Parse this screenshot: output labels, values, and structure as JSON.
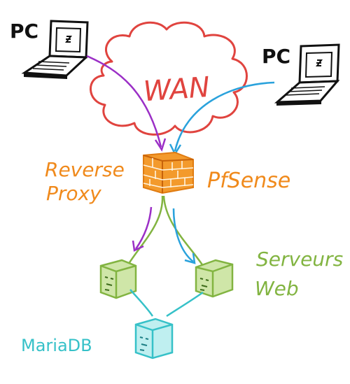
{
  "pc_left": "PC",
  "pc_right": "PC",
  "wan": "WAN",
  "reverse_proxy": "Reverse\nProxy",
  "pfsense": "PfSense",
  "servers_web": "Serveurs\nWeb",
  "mariadb": "MariaDB",
  "colors": {
    "wan_cloud": "#e0443f",
    "firewall": "#f08a1c",
    "web_servers": "#82b441",
    "database": "#36c1c8",
    "arrow_left_pc": "#9b2fc6",
    "arrow_right_pc": "#2aa2dc"
  },
  "icons": [
    "laptop-icon",
    "cloud-icon",
    "firewall-icon",
    "server-icon",
    "database-server-icon"
  ]
}
